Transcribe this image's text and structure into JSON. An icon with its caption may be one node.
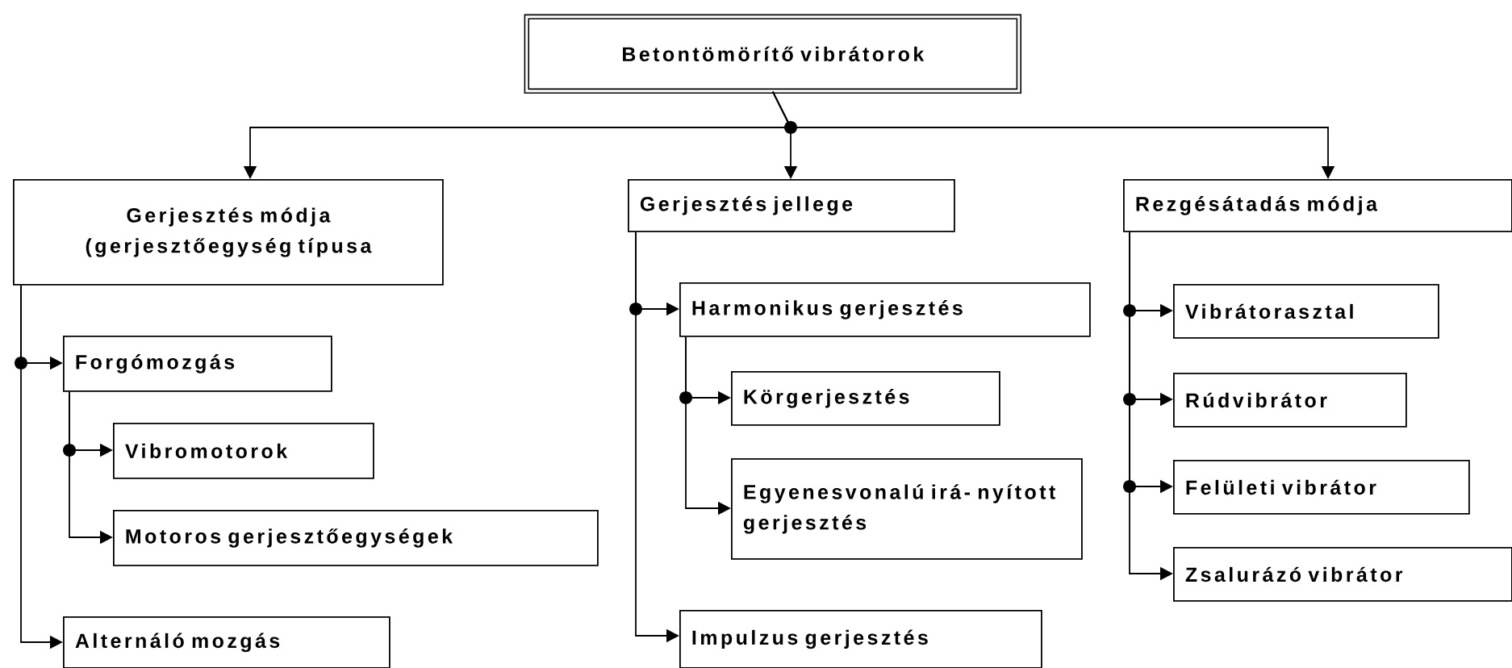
{
  "diagram": {
    "nodes": [
      {
        "text": [
          "Betontömörítő vibrátorok"
        ]
      },
      {
        "text": [
          "Gerjesztés módja (gerjesztőegység típusa"
        ]
      },
      {
        "text": [
          "Forgómozgás"
        ]
      },
      {
        "text": [
          "Vibromotorok"
        ]
      },
      {
        "text": [
          "Motoros gerjesztőegységek"
        ]
      },
      {
        "text": [
          "Alternáló mozgás"
        ]
      },
      {
        "text": [
          "Gerjesztés jellege"
        ]
      },
      {
        "text": [
          "Harmonikus gerjesztés"
        ]
      },
      {
        "text": [
          "Körgerjesztés"
        ]
      },
      {
        "text": [
          "Egyenesvonalú irá- nyított gerjesztés"
        ]
      },
      {
        "text": [
          "Impulzus gerjesztés"
        ]
      },
      {
        "text": [
          "Rezgésátadás módja"
        ]
      },
      {
        "text": [
          "Vibrátorasztal"
        ]
      },
      {
        "text": [
          "Rúdvibrátor"
        ]
      },
      {
        "text": [
          "Felületi vibrátor"
        ]
      },
      {
        "text": [
          "Zsalurázó vibrátor"
        ]
      }
    ],
    "edges": [
      {
        "from": 0,
        "to": 1,
        "arrow": "to"
      },
      {
        "from": 0,
        "to": 6,
        "arrow": "to"
      },
      {
        "from": 0,
        "to": 11,
        "arrow": "to"
      },
      {
        "from": 1,
        "to": 2,
        "arrow": "to"
      },
      {
        "from": 1,
        "to": 5,
        "arrow": "to"
      },
      {
        "from": 2,
        "to": 3,
        "arrow": "to"
      },
      {
        "from": 2,
        "to": 4,
        "arrow": "to"
      },
      {
        "from": 6,
        "to": 7,
        "arrow": "to"
      },
      {
        "from": 6,
        "to": 10,
        "arrow": "to"
      },
      {
        "from": 7,
        "to": 8,
        "arrow": "to"
      },
      {
        "from": 7,
        "to": 9,
        "arrow": "to"
      },
      {
        "from": 11,
        "to": 12,
        "arrow": "to"
      },
      {
        "from": 11,
        "to": 13,
        "arrow": "to"
      },
      {
        "from": 11,
        "to": 14,
        "arrow": "to"
      },
      {
        "from": 11,
        "to": 15,
        "arrow": "to"
      }
    ]
  }
}
